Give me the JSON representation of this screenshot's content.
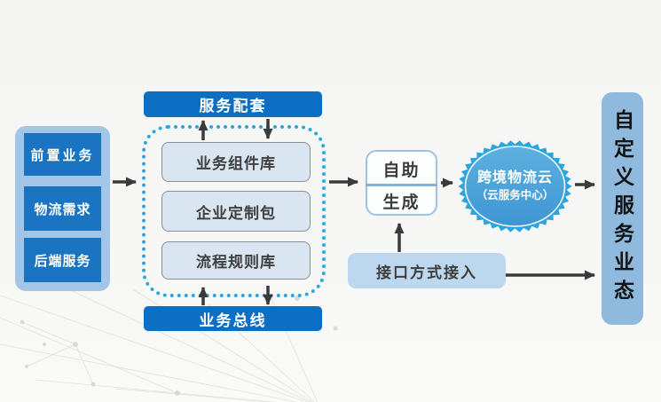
{
  "colors": {
    "bar_blue": "#0c6fc3",
    "left_node_blue": "#1a74c2",
    "left_panel_light_blue": "#a4c6e6",
    "stack_box_fill": "#d9e6f2",
    "dotted_border_blue": "#29a8e0",
    "cloud_fill_top": "#5db0e0",
    "cloud_fill_bottom": "#3e96d2",
    "cloud_teeth": "#2ba4e0",
    "selfgen_border": "#9cc3e6",
    "interface_fill": "#bdd7ee",
    "custom_box_fill": "#8fbade",
    "arrow_dark": "#3a3a3a"
  },
  "left_panel": {
    "items": [
      "前置业务",
      "物流需求",
      "后端服务"
    ]
  },
  "top_bar": {
    "label": "服务配套"
  },
  "bottom_bar": {
    "label": "业务总线"
  },
  "stack": {
    "items": [
      "业务组件库",
      "企业定制包",
      "流程规则库"
    ]
  },
  "self_service": {
    "line1": "自助",
    "line2": "生成"
  },
  "cloud": {
    "title": "跨境物流云",
    "subtitle": "（云服务中心）"
  },
  "interface_box": {
    "label": "接口方式接入"
  },
  "custom_service_box": {
    "label": "自定义服务业态"
  }
}
